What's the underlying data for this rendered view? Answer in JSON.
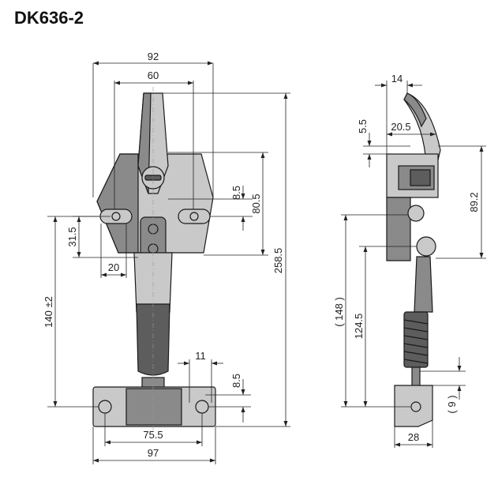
{
  "title": "DK636-2",
  "front_view": {
    "dims": {
      "w92": "92",
      "w60": "60",
      "h8_5_top": "8.5",
      "h80_5": "80.5",
      "h258_5": "258.5",
      "h31_5": "31.5",
      "w20": "20",
      "h140": "140 ±2",
      "w11": "11",
      "h8_5_bottom": "8.5",
      "w75_5": "75.5",
      "w97": "97"
    }
  },
  "side_view": {
    "dims": {
      "w14": "14",
      "h5_5": "5.5",
      "w20_5": "20.5",
      "h89_2": "89.2",
      "h148": "( 148 )",
      "h124_5": "124.5",
      "h9": "( 9 )",
      "w28": "28"
    }
  }
}
